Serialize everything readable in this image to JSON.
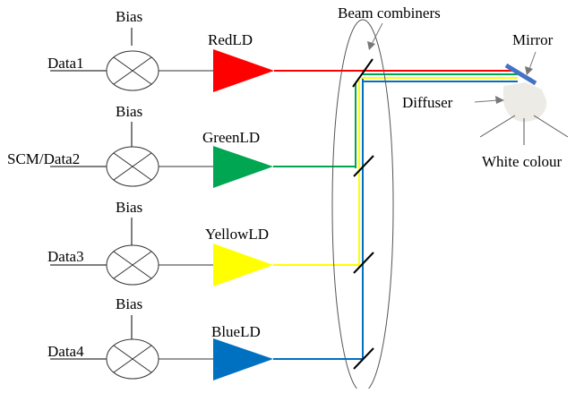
{
  "diagram": {
    "channels": [
      {
        "input": "Data1",
        "bias": "Bias",
        "laser": "RedLD",
        "color": "#FF0000"
      },
      {
        "input": "SCM/Data2",
        "bias": "Bias",
        "laser": "GreenLD",
        "color": "#00A651"
      },
      {
        "input": "Data3",
        "bias": "Bias",
        "laser": "YellowLD",
        "color": "#FFFF00"
      },
      {
        "input": "Data4",
        "bias": "Bias",
        "laser": "BlueLD",
        "color": "#0070C0"
      }
    ],
    "beam_combiners_label": "Beam combiners",
    "mirror_label": "Mirror",
    "diffuser_label": "Diffuser",
    "output_label": "White colour",
    "colors": {
      "line": "#555555",
      "mirror": "#4472C4",
      "diffuser": "#EDEBE6"
    }
  }
}
